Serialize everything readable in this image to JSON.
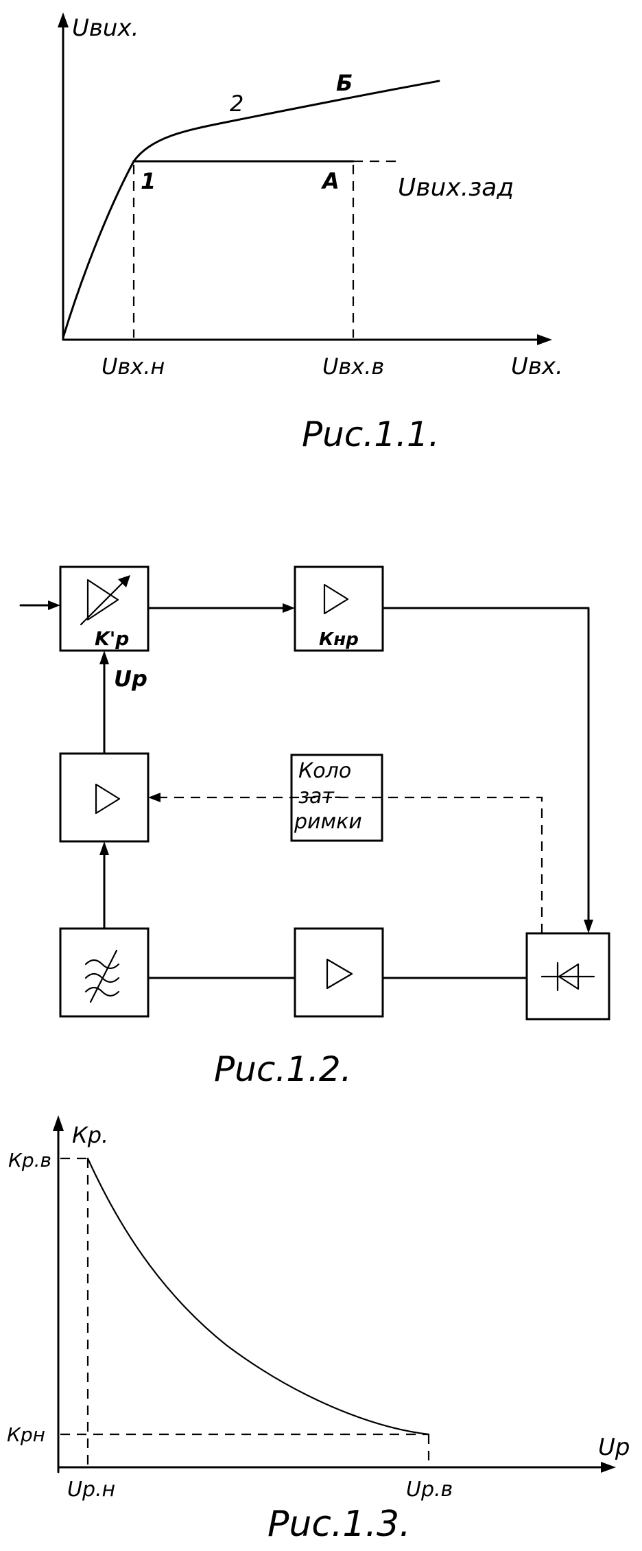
{
  "fig1": {
    "y_axis": "Uвuх.",
    "x_axis": "Uвх.",
    "tick_low": "Uвх.н",
    "tick_high": "Uвх.в",
    "setpoint": "Uвuх.зад",
    "point_1": "1",
    "point_2": "2",
    "point_a": "A",
    "point_b": "Б",
    "caption": "Рuс.1.1."
  },
  "fig2": {
    "kp_prime": "K'р",
    "knr": "Кнр",
    "ur": "Uр",
    "delay_line1": "Коло",
    "delay_line2": "зат-",
    "delay_line3": "римки",
    "caption": "Рuс.1.2."
  },
  "fig3": {
    "y_axis": "Кр.",
    "x_axis": "Uр",
    "k_high": "Кр.в",
    "k_low": "Крн",
    "u_low": "Uр.н",
    "u_high": "Uр.в",
    "caption": "Рuс.1.3."
  }
}
